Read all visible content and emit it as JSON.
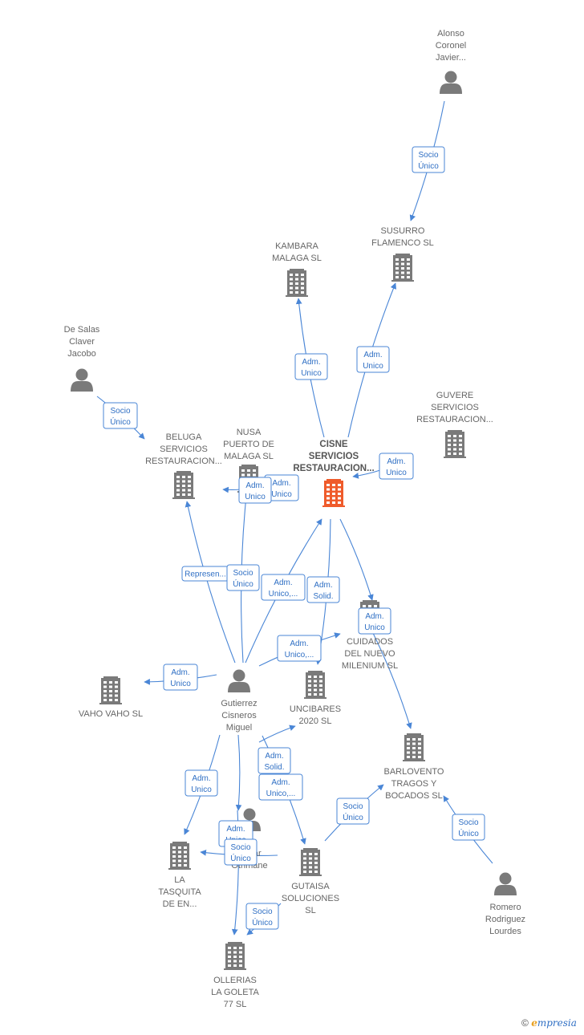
{
  "colors": {
    "edge": "#4a86d6",
    "company": "#7a7a7a",
    "company_main": "#ef5b2b",
    "person": "#7a7a7a"
  },
  "nodes": [
    {
      "id": "alonso",
      "type": "person",
      "lines": [
        "Alonso",
        "Coronel",
        "Javier..."
      ]
    },
    {
      "id": "susurro",
      "type": "company",
      "lines": [
        "SUSURRO",
        "FLAMENCO  SL"
      ]
    },
    {
      "id": "kambara",
      "type": "company",
      "lines": [
        "KAMBARA",
        "MALAGA  SL"
      ]
    },
    {
      "id": "desalas",
      "type": "person",
      "lines": [
        "De Salas",
        "Claver",
        "Jacobo"
      ]
    },
    {
      "id": "guvere",
      "type": "company",
      "lines": [
        "GUVERE",
        "SERVICIOS",
        "RESTAURACION..."
      ]
    },
    {
      "id": "beluga",
      "type": "company",
      "lines": [
        "BELUGA",
        "SERVICIOS",
        "RESTAURACION..."
      ]
    },
    {
      "id": "nusa",
      "type": "company",
      "lines": [
        "NUSA",
        "PUERTO DE",
        "MALAGA  SL"
      ]
    },
    {
      "id": "cisne",
      "type": "company_main",
      "lines": [
        "CISNE",
        "SERVICIOS",
        "RESTAURACION..."
      ]
    },
    {
      "id": "cuidados",
      "type": "company",
      "lines": [
        "CUIDADOS",
        "DEL NUEVO",
        "MILENIUM SL"
      ]
    },
    {
      "id": "vaho",
      "type": "company",
      "lines": [
        "VAHO VAHO  SL"
      ]
    },
    {
      "id": "gutierrez",
      "type": "person",
      "lines": [
        "Gutierrez",
        "Cisneros",
        "Miguel"
      ]
    },
    {
      "id": "uncibares",
      "type": "company",
      "lines": [
        "UNCIBARES",
        "2020  SL"
      ]
    },
    {
      "id": "barlovento",
      "type": "company",
      "lines": [
        "BARLOVENTO",
        "TRAGOS Y",
        "BOCADOS  SL"
      ]
    },
    {
      "id": "oscar",
      "type": "person",
      "lines": [
        "Oscar",
        "Othmane"
      ]
    },
    {
      "id": "tasquita",
      "type": "company",
      "lines": [
        "LA",
        "TASQUITA",
        "DE EN..."
      ]
    },
    {
      "id": "gutaisa",
      "type": "company",
      "lines": [
        "GUTAISA",
        "SOLUCIONES",
        "SL"
      ]
    },
    {
      "id": "romero",
      "type": "person",
      "lines": [
        "Romero",
        "Rodriguez",
        "Lourdes"
      ]
    },
    {
      "id": "ollerias",
      "type": "company",
      "lines": [
        "OLLERIAS",
        "LA GOLETA",
        "77  SL"
      ]
    }
  ],
  "relations": [
    {
      "id": "r1",
      "lines": [
        "Socio",
        "Único"
      ]
    },
    {
      "id": "r2",
      "lines": [
        "Adm.",
        "Unico"
      ]
    },
    {
      "id": "r3",
      "lines": [
        "Adm.",
        "Unico"
      ]
    },
    {
      "id": "r4",
      "lines": [
        "Socio",
        "Único"
      ]
    },
    {
      "id": "r5",
      "lines": [
        "Adm.",
        "Unico"
      ]
    },
    {
      "id": "r6",
      "lines": [
        "Adm.",
        "Unico"
      ]
    },
    {
      "id": "r7",
      "lines": [
        "Adm.",
        "Unico"
      ]
    },
    {
      "id": "r8",
      "lines": [
        "Represen..."
      ]
    },
    {
      "id": "r9",
      "lines": [
        "Socio",
        "Único"
      ]
    },
    {
      "id": "r10",
      "lines": [
        "Adm.",
        "Unico,..."
      ]
    },
    {
      "id": "r11",
      "lines": [
        "Adm.",
        "Solid."
      ]
    },
    {
      "id": "r12",
      "lines": [
        "Adm.",
        "Unico"
      ]
    },
    {
      "id": "r13",
      "lines": [
        "Adm.",
        "Unico,..."
      ]
    },
    {
      "id": "r14",
      "lines": [
        "Adm.",
        "Unico"
      ]
    },
    {
      "id": "r15",
      "lines": [
        "Adm.",
        "Solid."
      ]
    },
    {
      "id": "r16",
      "lines": [
        "Adm.",
        "Unico,..."
      ]
    },
    {
      "id": "r17",
      "lines": [
        "Adm.",
        "Unico"
      ]
    },
    {
      "id": "r18",
      "lines": [
        "Socio",
        "Único"
      ]
    },
    {
      "id": "r19",
      "lines": [
        "Socio",
        "Único"
      ]
    },
    {
      "id": "r20",
      "lines": [
        "Adm.",
        "Unico"
      ]
    },
    {
      "id": "r21",
      "lines": [
        "Socio",
        "Único"
      ]
    },
    {
      "id": "r22",
      "lines": [
        "Socio",
        "Único"
      ]
    }
  ],
  "footer": {
    "copyright": "©",
    "brand_initial": "e",
    "brand_rest": "mpresia"
  }
}
